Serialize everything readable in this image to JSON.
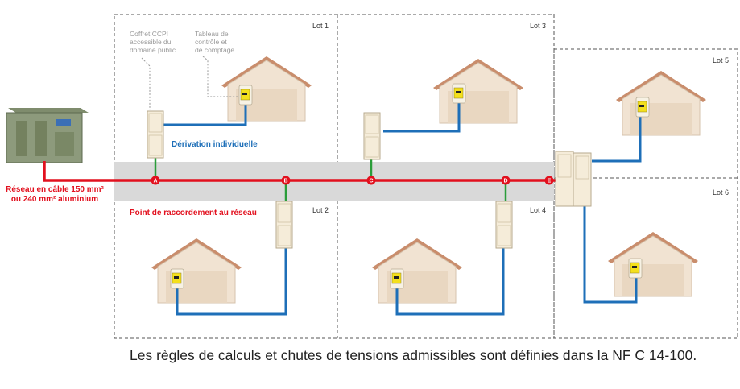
{
  "lots": [
    "Lot 1",
    "Lot 2",
    "Lot 3",
    "Lot 4",
    "Lot 5",
    "Lot 6"
  ],
  "labels": {
    "coffret": [
      "Coffret CCPI",
      "accessible du",
      "domaine public"
    ],
    "tableau": [
      "Tableau de",
      "contrôle et",
      "de comptage"
    ],
    "derivation": "Dérivation individuelle",
    "reseau": [
      "Réseau en câble 150 mm²",
      "ou 240 mm² aluminium"
    ],
    "raccordement": "Point de raccordement au réseau"
  },
  "points": [
    "A",
    "B",
    "C",
    "D",
    "E"
  ],
  "caption": "Les règles de calculs et chutes de tensions admissibles sont définies dans la NF C 14-100.",
  "colors": {
    "network": "#e2101e",
    "branch": "#1e6fb8",
    "connection": "#2a9d3a",
    "roof": "#c98d6c",
    "house": "#f1e3d2",
    "cabinet": "#f5ecd9",
    "meter": "#f4e01c"
  }
}
